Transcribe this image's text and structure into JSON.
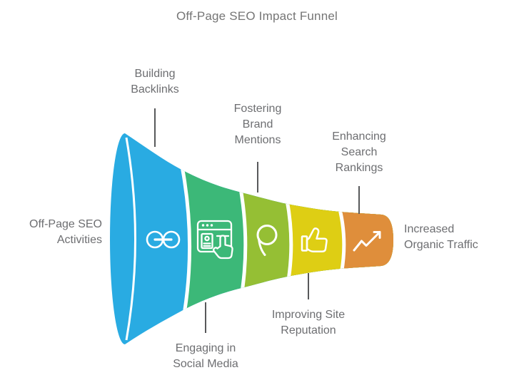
{
  "title": "Off-Page SEO Impact Funnel",
  "funnel": {
    "source_label": "Off-Page SEO\nActivities",
    "result_label": "Increased\nOrganic Traffic",
    "stages": [
      {
        "name": "building-backlinks",
        "label": "Building\nBacklinks",
        "icon": "chain-link-icon",
        "color": "#29ABE2",
        "label_side": "top"
      },
      {
        "name": "engaging-social-media",
        "label": "Engaging in\nSocial Media",
        "icon": "browser-engagement-icon",
        "color": "#3CB878",
        "label_side": "bottom"
      },
      {
        "name": "fostering-brand-mentions",
        "label": "Fostering\nBrand\nMentions",
        "icon": "brand-pin-icon",
        "color": "#95BF34",
        "label_side": "top"
      },
      {
        "name": "improving-site-reputation",
        "label": "Improving Site\nReputation",
        "icon": "thumbs-up-icon",
        "color": "#DECE14",
        "label_side": "bottom"
      },
      {
        "name": "enhancing-search-rankings",
        "label": "Enhancing\nSearch\nRankings",
        "icon": "trend-up-icon",
        "color": "#DF8E3B",
        "label_side": "top"
      }
    ]
  },
  "styles": {
    "label_color": "#6D6E71",
    "title_color": "#757575",
    "leader_line_color": "#58595B",
    "icon_stroke_color": "#FFFFFF",
    "background_color": "#FFFFFF"
  }
}
